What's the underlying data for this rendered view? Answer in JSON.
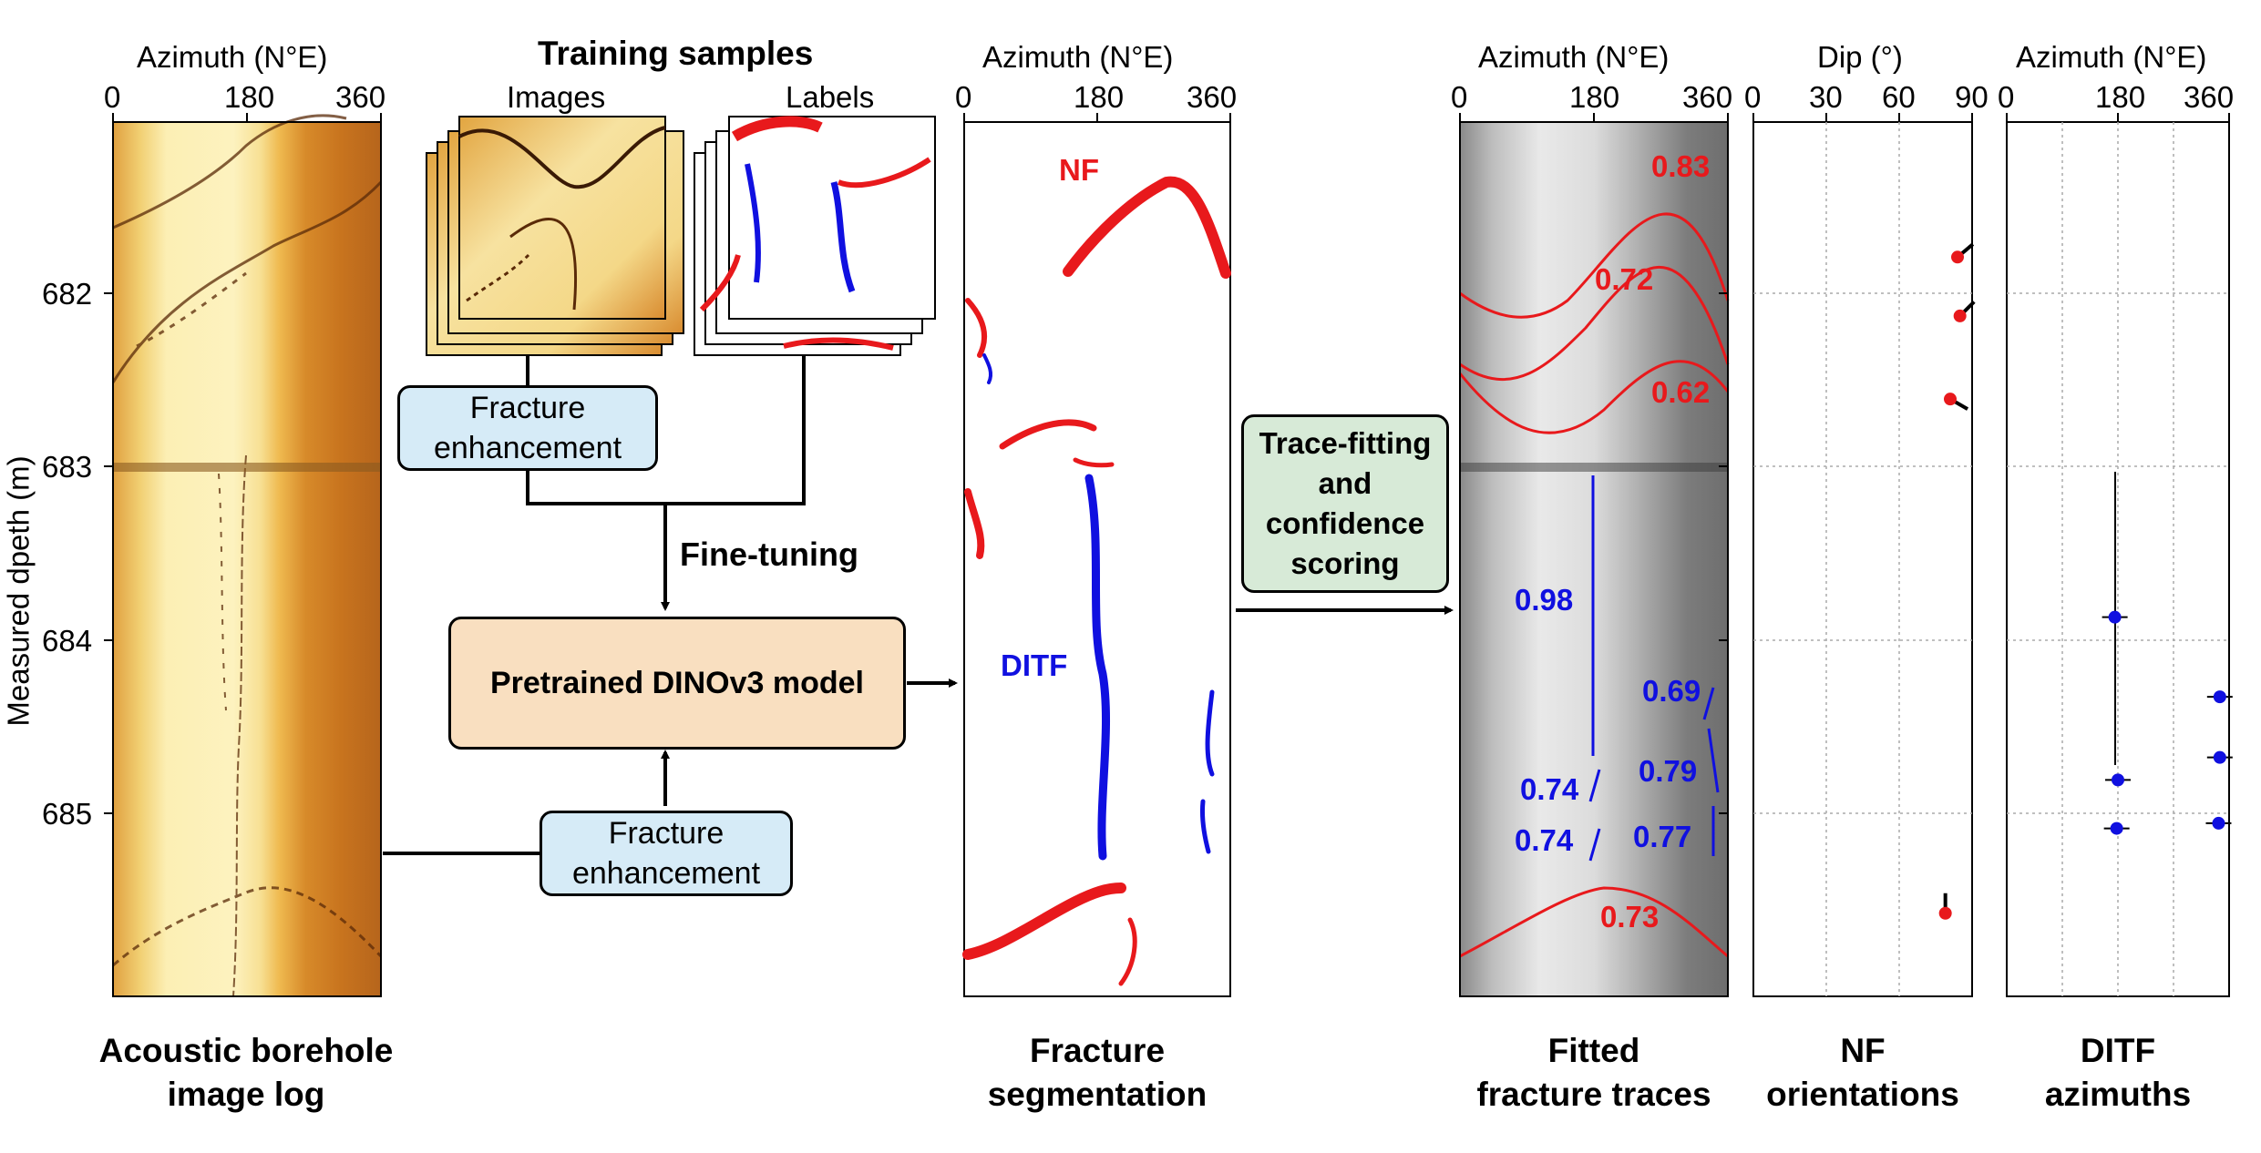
{
  "panels": {
    "image_log": {
      "axis_title": "Azimuth (N°E)",
      "x_ticks": [
        "0",
        "180",
        "360"
      ],
      "y_title": "Measured dpeth (m)",
      "y_ticks": [
        "682",
        "683",
        "684",
        "685"
      ],
      "caption_line1": "Acoustic borehole",
      "caption_line2": "image log"
    },
    "training": {
      "title": "Training samples",
      "images_label": "Images",
      "labels_label": "Labels"
    },
    "segmentation": {
      "axis_title": "Azimuth (N°E)",
      "x_ticks": [
        "0",
        "180",
        "360"
      ],
      "nf_label": "NF",
      "ditf_label": "DITF",
      "caption_line1": "Fracture",
      "caption_line2": "segmentation"
    },
    "fitted": {
      "axis_title": "Azimuth (N°E)",
      "x_ticks": [
        "0",
        "180",
        "360"
      ],
      "nf_scores": [
        "0.83",
        "0.72",
        "0.62",
        "0.73"
      ],
      "ditf_scores": [
        "0.98",
        "0.69",
        "0.79",
        "0.74",
        "0.74",
        "0.77"
      ],
      "caption_line1": "Fitted",
      "caption_line2": "fracture traces"
    },
    "nf_orient": {
      "axis_title": "Dip (°)",
      "x_ticks": [
        "0",
        "30",
        "60",
        "90"
      ],
      "caption_line1": "NF",
      "caption_line2": "orientations"
    },
    "ditf_az": {
      "axis_title": "Azimuth (N°E)",
      "x_ticks": [
        "0",
        "180",
        "360"
      ],
      "caption_line1": "DITF",
      "caption_line2": "azimuths"
    }
  },
  "boxes": {
    "enhance_top_1": "Fracture",
    "enhance_top_2": "enhancement",
    "enhance_bottom_1": "Fracture",
    "enhance_bottom_2": "enhancement",
    "model": "Pretrained DINOv3 model",
    "fine_tuning": "Fine-tuning",
    "trace_1": "Trace-fitting",
    "trace_2": "and",
    "trace_3": "confidence",
    "trace_4": "scoring"
  },
  "colors": {
    "nf": "#e8191c",
    "ditf": "#1010e0",
    "enhance_box": "#d6ebf7",
    "model_box": "#f9dfc0",
    "trace_box": "#d7ead7"
  },
  "chart_data": [
    {
      "type": "scatter",
      "title": "NF orientations",
      "xlabel": "Dip (°)",
      "xlim": [
        0,
        90
      ],
      "ylabel": "Measured dpeth (m)",
      "ylim": [
        681.0,
        686.05
      ],
      "series": [
        {
          "points": [
            {
              "dip": 84,
              "depth": 681.78
            },
            {
              "dip": 85,
              "depth": 682.12
            },
            {
              "dip": 81,
              "depth": 682.6
            },
            {
              "dip": 79,
              "depth": 685.57
            }
          ]
        }
      ]
    },
    {
      "type": "scatter",
      "title": "DITF azimuths",
      "xlabel": "Azimuth (N°E)",
      "xlim": [
        0,
        360
      ],
      "ylabel": "Measured dpeth (m)",
      "ylim": [
        681.0,
        686.05
      ],
      "series": [
        {
          "points": [
            {
              "azimuth": 175,
              "depth": 683.86
            },
            {
              "azimuth": 345,
              "depth": 684.32
            },
            {
              "azimuth": 345,
              "depth": 684.67
            },
            {
              "azimuth": 180,
              "depth": 684.8
            },
            {
              "azimuth": 178,
              "depth": 685.08
            },
            {
              "azimuth": 343,
              "depth": 685.05
            }
          ]
        }
      ]
    }
  ]
}
